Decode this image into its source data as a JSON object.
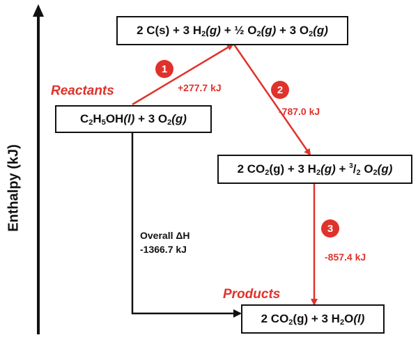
{
  "y_axis_label": "Enthalpy (kJ)",
  "labels": {
    "reactants": "Reactants",
    "products": "Products"
  },
  "steps": [
    {
      "number": "1",
      "value": "+277.7 kJ"
    },
    {
      "number": "2",
      "value": "-787.0 kJ"
    },
    {
      "number": "3",
      "value": "-857.4 kJ"
    }
  ],
  "overall": {
    "title": "Overall ΔH",
    "value": "-1366.7 kJ"
  },
  "states": {
    "top": "2 C(s) + 3 H2(g) + ½ O2(g) + 3 O2(g)",
    "reactants": "C2H5OH(l) + 3 O2(g)",
    "intermediate": "2 CO2(g) + 3 H2(g) + 3/2 O2(g)",
    "products": "2 CO2(g) + 3 H2O(l)"
  },
  "colors": {
    "accent": "#e0322b",
    "line": "#111111"
  }
}
